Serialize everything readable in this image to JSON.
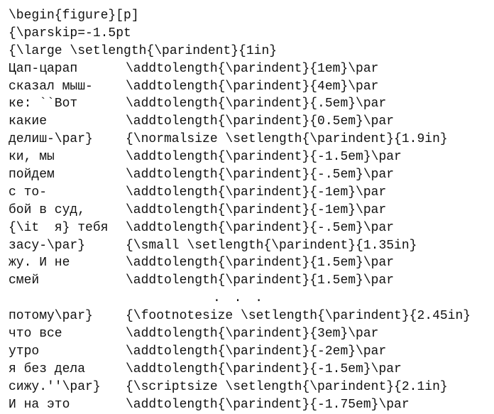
{
  "lines": [
    {
      "full": "\\begin{figure}[p]"
    },
    {
      "full": "{\\parskip=-1.5pt"
    },
    {
      "full": "{\\large \\setlength{\\parindent}{1in}"
    },
    {
      "left": "Цап-царап",
      "right": "\\addtolength{\\parindent}{1em}\\par"
    },
    {
      "left": "сказал мыш-",
      "right": "\\addtolength{\\parindent}{4em}\\par"
    },
    {
      "left": "ке: ``Вот",
      "right": "\\addtolength{\\parindent}{.5em}\\par"
    },
    {
      "left": "какие",
      "right": "\\addtolength{\\parindent}{0.5em}\\par"
    },
    {
      "left": "делиш-\\par}",
      "right": "{\\normalsize \\setlength{\\parindent}{1.9in}"
    },
    {
      "left": "ки, мы",
      "right": "\\addtolength{\\parindent}{-1.5em}\\par"
    },
    {
      "left": "пойдем",
      "right": "\\addtolength{\\parindent}{-.5em}\\par"
    },
    {
      "left": "с то-",
      "right": "\\addtolength{\\parindent}{-1em}\\par"
    },
    {
      "left": "бой в суд,",
      "right": "\\addtolength{\\parindent}{-1em}\\par"
    },
    {
      "left": "{\\it  я} тебя",
      "right": "\\addtolength{\\parindent}{-.5em}\\par"
    },
    {
      "left": "засу-\\par}",
      "right": "{\\small \\setlength{\\parindent}{1.35in}"
    },
    {
      "left": "жу. И не",
      "right": "\\addtolength{\\parindent}{1.5em}\\par"
    },
    {
      "left": "смей",
      "right": "\\addtolength{\\parindent}{1.5em}\\par"
    },
    {
      "dots": ". . ."
    },
    {
      "left": "потому\\par}",
      "right": "{\\footnotesize \\setlength{\\parindent}{2.45in}"
    },
    {
      "left": "что все",
      "right": "\\addtolength{\\parindent}{3em}\\par"
    },
    {
      "left": "утро",
      "right": "\\addtolength{\\parindent}{-2em}\\par"
    },
    {
      "left": "я без дела",
      "right": "\\addtolength{\\parindent}{-1.5em}\\par"
    },
    {
      "left": "сижу.''\\par}",
      "right": "{\\scriptsize \\setlength{\\parindent}{2.1in}"
    },
    {
      "left": "И на это",
      "right": "\\addtolength{\\parindent}{-1.75em}\\par"
    }
  ]
}
